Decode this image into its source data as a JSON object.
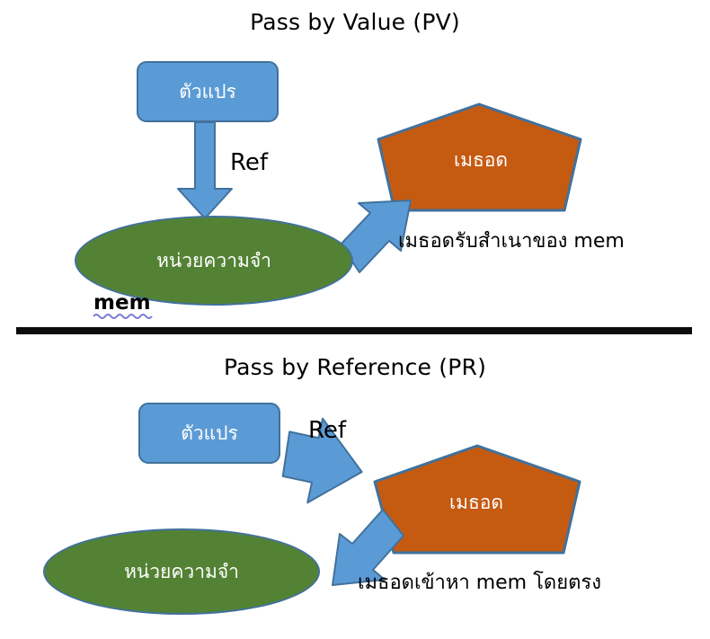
{
  "diagram": {
    "title_top": "Pass by Value (PV)",
    "title_bottom": "Pass by Reference (PR)",
    "colors": {
      "blue_fill": "#5B9BD5",
      "blue_border": "#41719C",
      "green_fill": "#548235",
      "orange_fill": "#C55A11",
      "divider": "#0D0D0D",
      "text_on_shape": "#FFFFFF",
      "text": "#000000"
    },
    "pass_by_value": {
      "variable_box": "ตัวแปร",
      "ref_arrow_label": "Ref",
      "memory_ellipse": "หน่วยความจำ",
      "memory_tag": "mem",
      "method_pentagon": "เมธอด",
      "caption": "เมธอดรับสำเนาของ mem"
    },
    "pass_by_reference": {
      "variable_box": "ตัวแปร",
      "ref_arrow_label": "Ref",
      "memory_ellipse": "หน่วยความจำ",
      "method_pentagon": "เมธอด",
      "caption": "เมธอดเข้าหา mem โดยตรง"
    }
  }
}
